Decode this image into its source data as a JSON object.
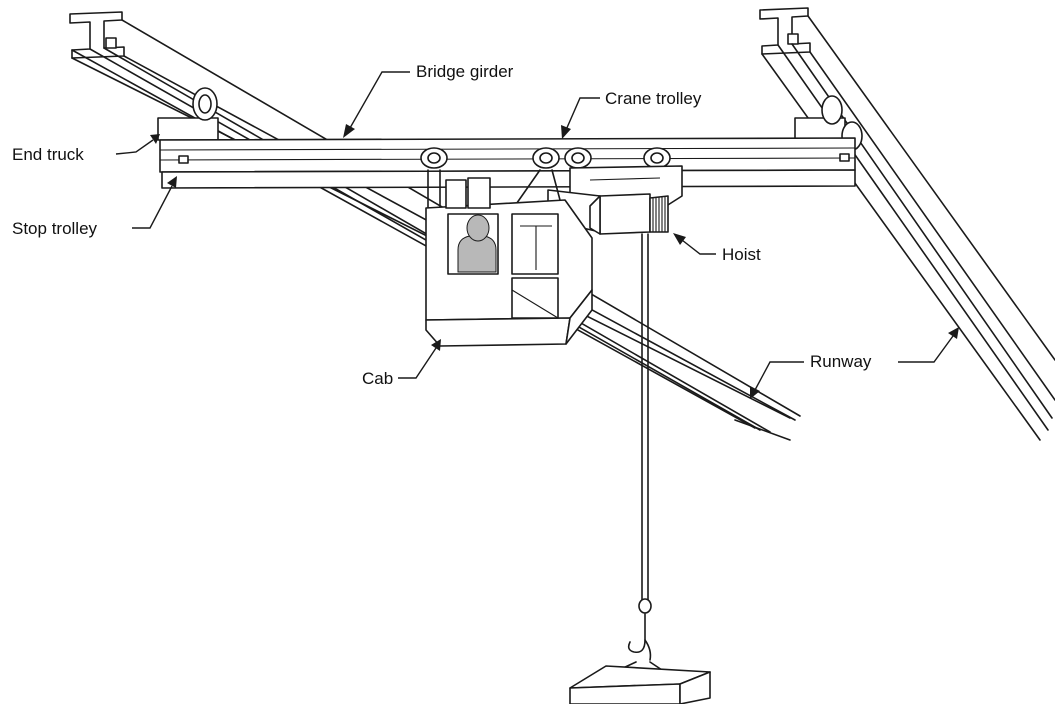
{
  "labels": {
    "bridge_girder": "Bridge girder",
    "crane_trolley": "Crane trolley",
    "end_truck": "End truck",
    "stop_trolley": "Stop trolley",
    "hoist": "Hoist",
    "runway": "Runway",
    "cab": "Cab"
  },
  "colors": {
    "line": "#1a1a1a",
    "fill": "#ffffff",
    "operator": "#b8b8b8"
  }
}
